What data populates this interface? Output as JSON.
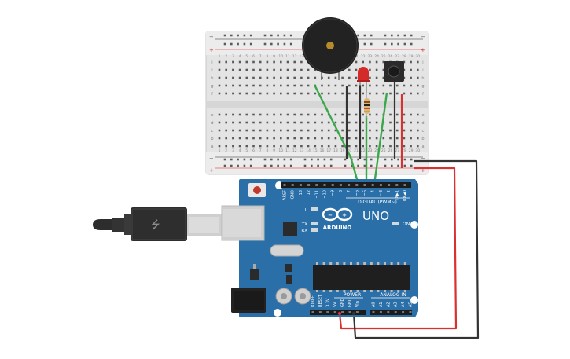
{
  "board": {
    "brand_logo_text": "ARDUINO",
    "model": "UNO",
    "digital_header": "DIGITAL (PWM~)",
    "power_header": "POWER",
    "analog_header": "ANALOG IN",
    "on_label": "ON",
    "led_labels": {
      "l": "L",
      "tx": "TX",
      "rx": "RX"
    },
    "top_pins": [
      "AREF",
      "GND",
      "13",
      "12",
      "~11",
      "~10",
      "~9",
      "8",
      "7",
      "~6",
      "~5",
      "4",
      "~3",
      "2",
      "TX▶1",
      "RX◀0"
    ],
    "power_pins": [
      "IOREF",
      "RESET",
      "3.3V",
      "5V",
      "GND",
      "GND",
      "Vin"
    ],
    "analog_pins": [
      "A0",
      "A1",
      "A2",
      "A3",
      "A4",
      "A5"
    ]
  },
  "breadboard": {
    "rail_minus": "−",
    "rail_plus": "+",
    "row_letters_top": [
      "j",
      "i",
      "h",
      "g",
      "f"
    ],
    "row_letters_bottom": [
      "e",
      "d",
      "c",
      "b",
      "a"
    ],
    "column_numbers": [
      "1",
      "2",
      "3",
      "4",
      "5",
      "6",
      "7",
      "8",
      "9",
      "10",
      "11",
      "12",
      "13",
      "14",
      "15",
      "16",
      "17",
      "18",
      "19",
      "20",
      "21",
      "22",
      "23",
      "24",
      "25",
      "26",
      "27",
      "28",
      "29",
      "30"
    ]
  },
  "colors": {
    "board_blue": "#2a6fa8",
    "wire_green": "#3aa84a",
    "wire_red": "#d93030",
    "wire_black": "#333333",
    "led_red": "#d42a2a"
  },
  "components": [
    "piezo-buzzer",
    "red-led",
    "resistor",
    "pushbutton",
    "usb-cable"
  ]
}
